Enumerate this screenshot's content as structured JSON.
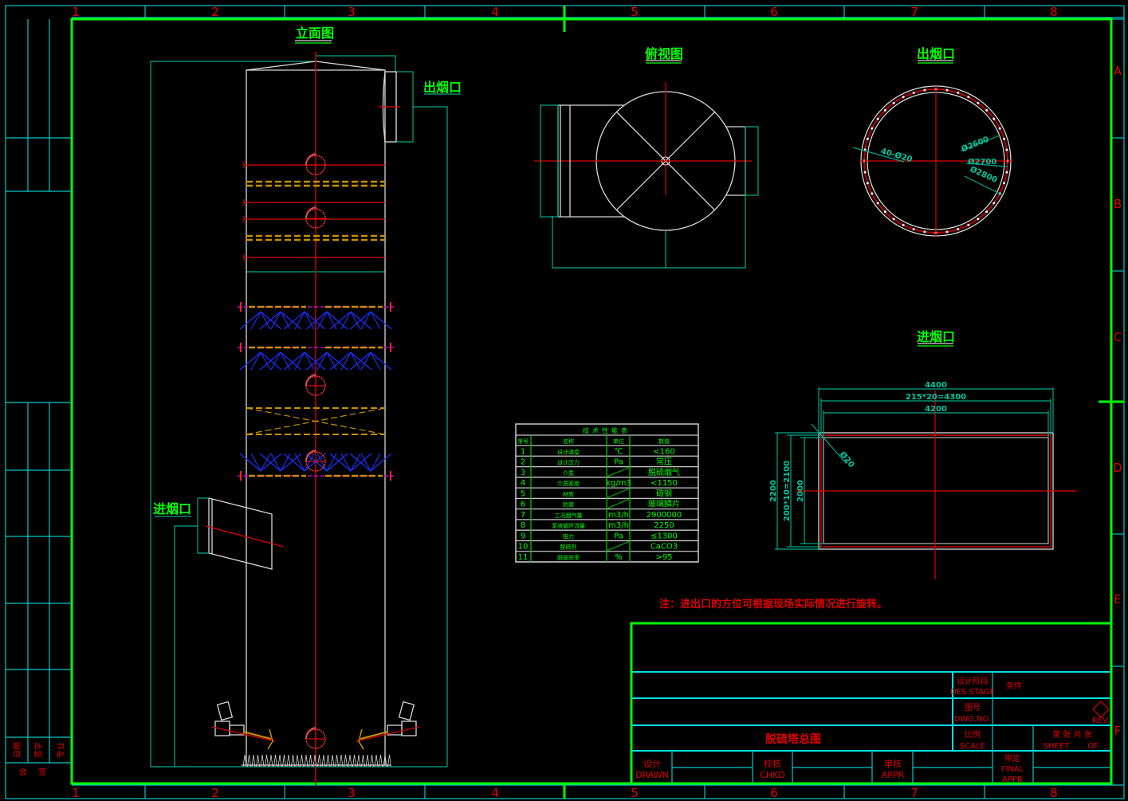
{
  "grid": {
    "columns": [
      "1",
      "2",
      "3",
      "4",
      "5",
      "6",
      "7",
      "8"
    ],
    "rows": [
      "A",
      "B",
      "C",
      "D",
      "E",
      "F"
    ]
  },
  "left_strip": {
    "major": "专业",
    "signature": "签字",
    "date": "日期",
    "countersign": "会签"
  },
  "views": {
    "elevation_title": "立面图",
    "elevation_outlet_label": "出烟口",
    "elevation_inlet_label": "进烟口",
    "top_view_title": "俯视图",
    "outlet_title": "出烟口",
    "inlet_title": "进烟口"
  },
  "outlet_dims": {
    "d1": "Ø2600",
    "d2": "Ø2700",
    "d3": "Ø2800",
    "holes": "40-Ø20"
  },
  "inlet_dims": {
    "w_outer": "4400",
    "w_bolt": "215*20=4300",
    "w_inner": "4200",
    "h_outer": "2200",
    "h_bolt": "200*10=2100",
    "h_inner": "2000",
    "hole": "Ø20"
  },
  "spec_table": {
    "title": "技术性能表",
    "headers": [
      "序号",
      "名称",
      "单位",
      "数值"
    ],
    "rows": [
      [
        "1",
        "设计温度",
        "℃",
        "<160"
      ],
      [
        "2",
        "设计压力",
        "Pa",
        "常压"
      ],
      [
        "3",
        "介质",
        "",
        "脱硫烟气"
      ],
      [
        "4",
        "介质密度",
        "kg/m3",
        "<1150"
      ],
      [
        "5",
        "材质",
        "",
        "碳钢"
      ],
      [
        "6",
        "防腐",
        "",
        "玻璃鳞片"
      ],
      [
        "7",
        "工况烟气量",
        "m3/h",
        "2900000"
      ],
      [
        "8",
        "浆液循环流量",
        "m3/h",
        "2250"
      ],
      [
        "9",
        "阻力",
        "Pa",
        "≤1300"
      ],
      [
        "10",
        "脱硫剂",
        "",
        "CaCO3"
      ],
      [
        "11",
        "脱硫效率",
        "%",
        ">95"
      ]
    ]
  },
  "note": "注：进出口的方位可根据现场实际情况进行旋转。",
  "title_block": {
    "drawing_title": "脱硫塔总图",
    "des_stage_cn": "设计阶段",
    "des_stage_en": "DES.STAGE",
    "des_stage_value": "条件",
    "dwg_no_cn": "图号",
    "dwg_no_en": "DWG.NO.",
    "rev": "REV.",
    "scale_cn": "比例",
    "scale_en": "SCALE",
    "sheet_cn": "第  张  共  张",
    "sheet_en": "SHEET",
    "of_en": "OF",
    "drawn_cn": "设计",
    "drawn_en": "DRAWN",
    "chkd_cn": "校核",
    "chkd_en": "CHKD",
    "appr_cn": "审核",
    "appr_en": "APPR",
    "final_cn": "审定",
    "final_en": "FINAL",
    "final_en2": "APPR"
  }
}
